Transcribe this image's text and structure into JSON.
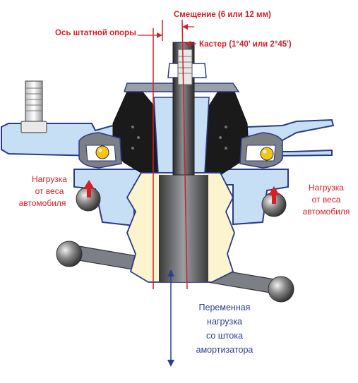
{
  "labels": {
    "offset": "Смещение (6 или 12 мм)",
    "axis": "Ось штатной опоры",
    "caster": "Кастер (1°40' или 2°45')",
    "load_left": [
      "Нагрузка",
      "от веса",
      "автомобиля"
    ],
    "load_right": [
      "Нагрузка",
      "от веса",
      "автомобиля"
    ],
    "variable_load": [
      "Переменная",
      "нагрузка",
      "со штока",
      "амортизатора"
    ]
  },
  "colors": {
    "red": "#d41f26",
    "blue_text": "#2a3f8f",
    "body_blue": "#c6dff5",
    "body_blue_dark": "#9cc7ea",
    "outline": "#2b3a86",
    "rubber": "#1a1a1a",
    "yellow_part": "#fbf4cf",
    "bearing_ball": "#f5c518",
    "rod_gray": "#4a4a4a",
    "metal_gray": "#7c7f86"
  }
}
